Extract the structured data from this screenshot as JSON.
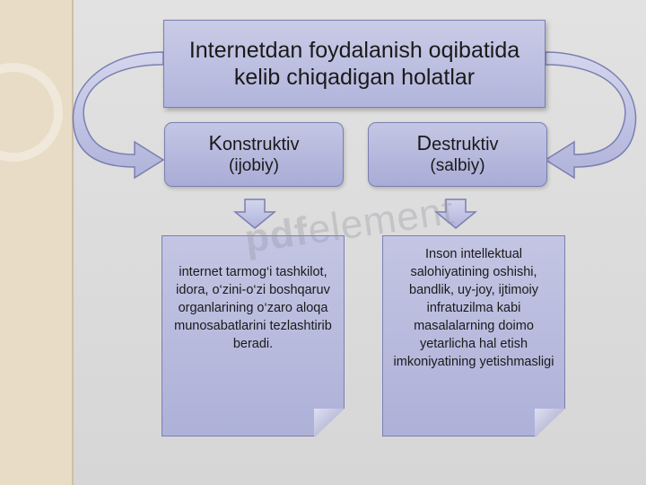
{
  "title": "Internetdan foydalanish oqibatida kelib chiqadigan holatlar",
  "left_category": {
    "initial": "K",
    "rest": "onstruktiv",
    "sub": "(ijobiy)"
  },
  "right_category": {
    "initial": "D",
    "rest": "estruktiv",
    "sub": "(salbiy)"
  },
  "left_note": "internet tarmog‘i tashkilot, idora, o‘zini-o‘zi boshqaruv organlarining o‘zaro aloqa munosabatlarini tezlashtirib beradi.",
  "right_note": "Inson intellektual salohiyatining oshishi, bandlik, uy-joy, ijtimoiy infratuzilma kabi masalalarning doimo yetarlicha hal etish imkoniyatining yetishmasligi",
  "watermark": {
    "bold": "pdf",
    "thin": "element"
  },
  "colors": {
    "box_fill": "#b2b5dc",
    "box_border": "#7b7fb0",
    "arrow_fill": "#c8cae6",
    "left_band": "#e8dcc6"
  }
}
